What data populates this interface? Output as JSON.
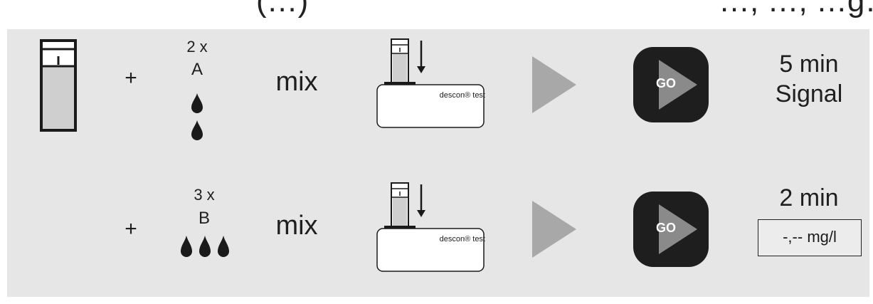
{
  "header_fragments": {
    "left": "(…)",
    "right": "…, …, …g…"
  },
  "rows": [
    {
      "plus": "+",
      "count": "2 x",
      "reagent": "A",
      "mix": "mix",
      "device_brand": "descon® test",
      "go_label": "GO",
      "time": "5 min",
      "result": "Signal"
    },
    {
      "plus": "+",
      "count": "3 x",
      "reagent": "B",
      "mix": "mix",
      "device_brand": "descon® test",
      "go_label": "GO",
      "time": "2 min",
      "result": "-,-- mg/l"
    }
  ],
  "colors": {
    "panel": "#e6e6e6",
    "arrow": "#a8a8a8",
    "go_button": "#1e1e1e",
    "cuvette_fill": "#cfcfcf"
  }
}
